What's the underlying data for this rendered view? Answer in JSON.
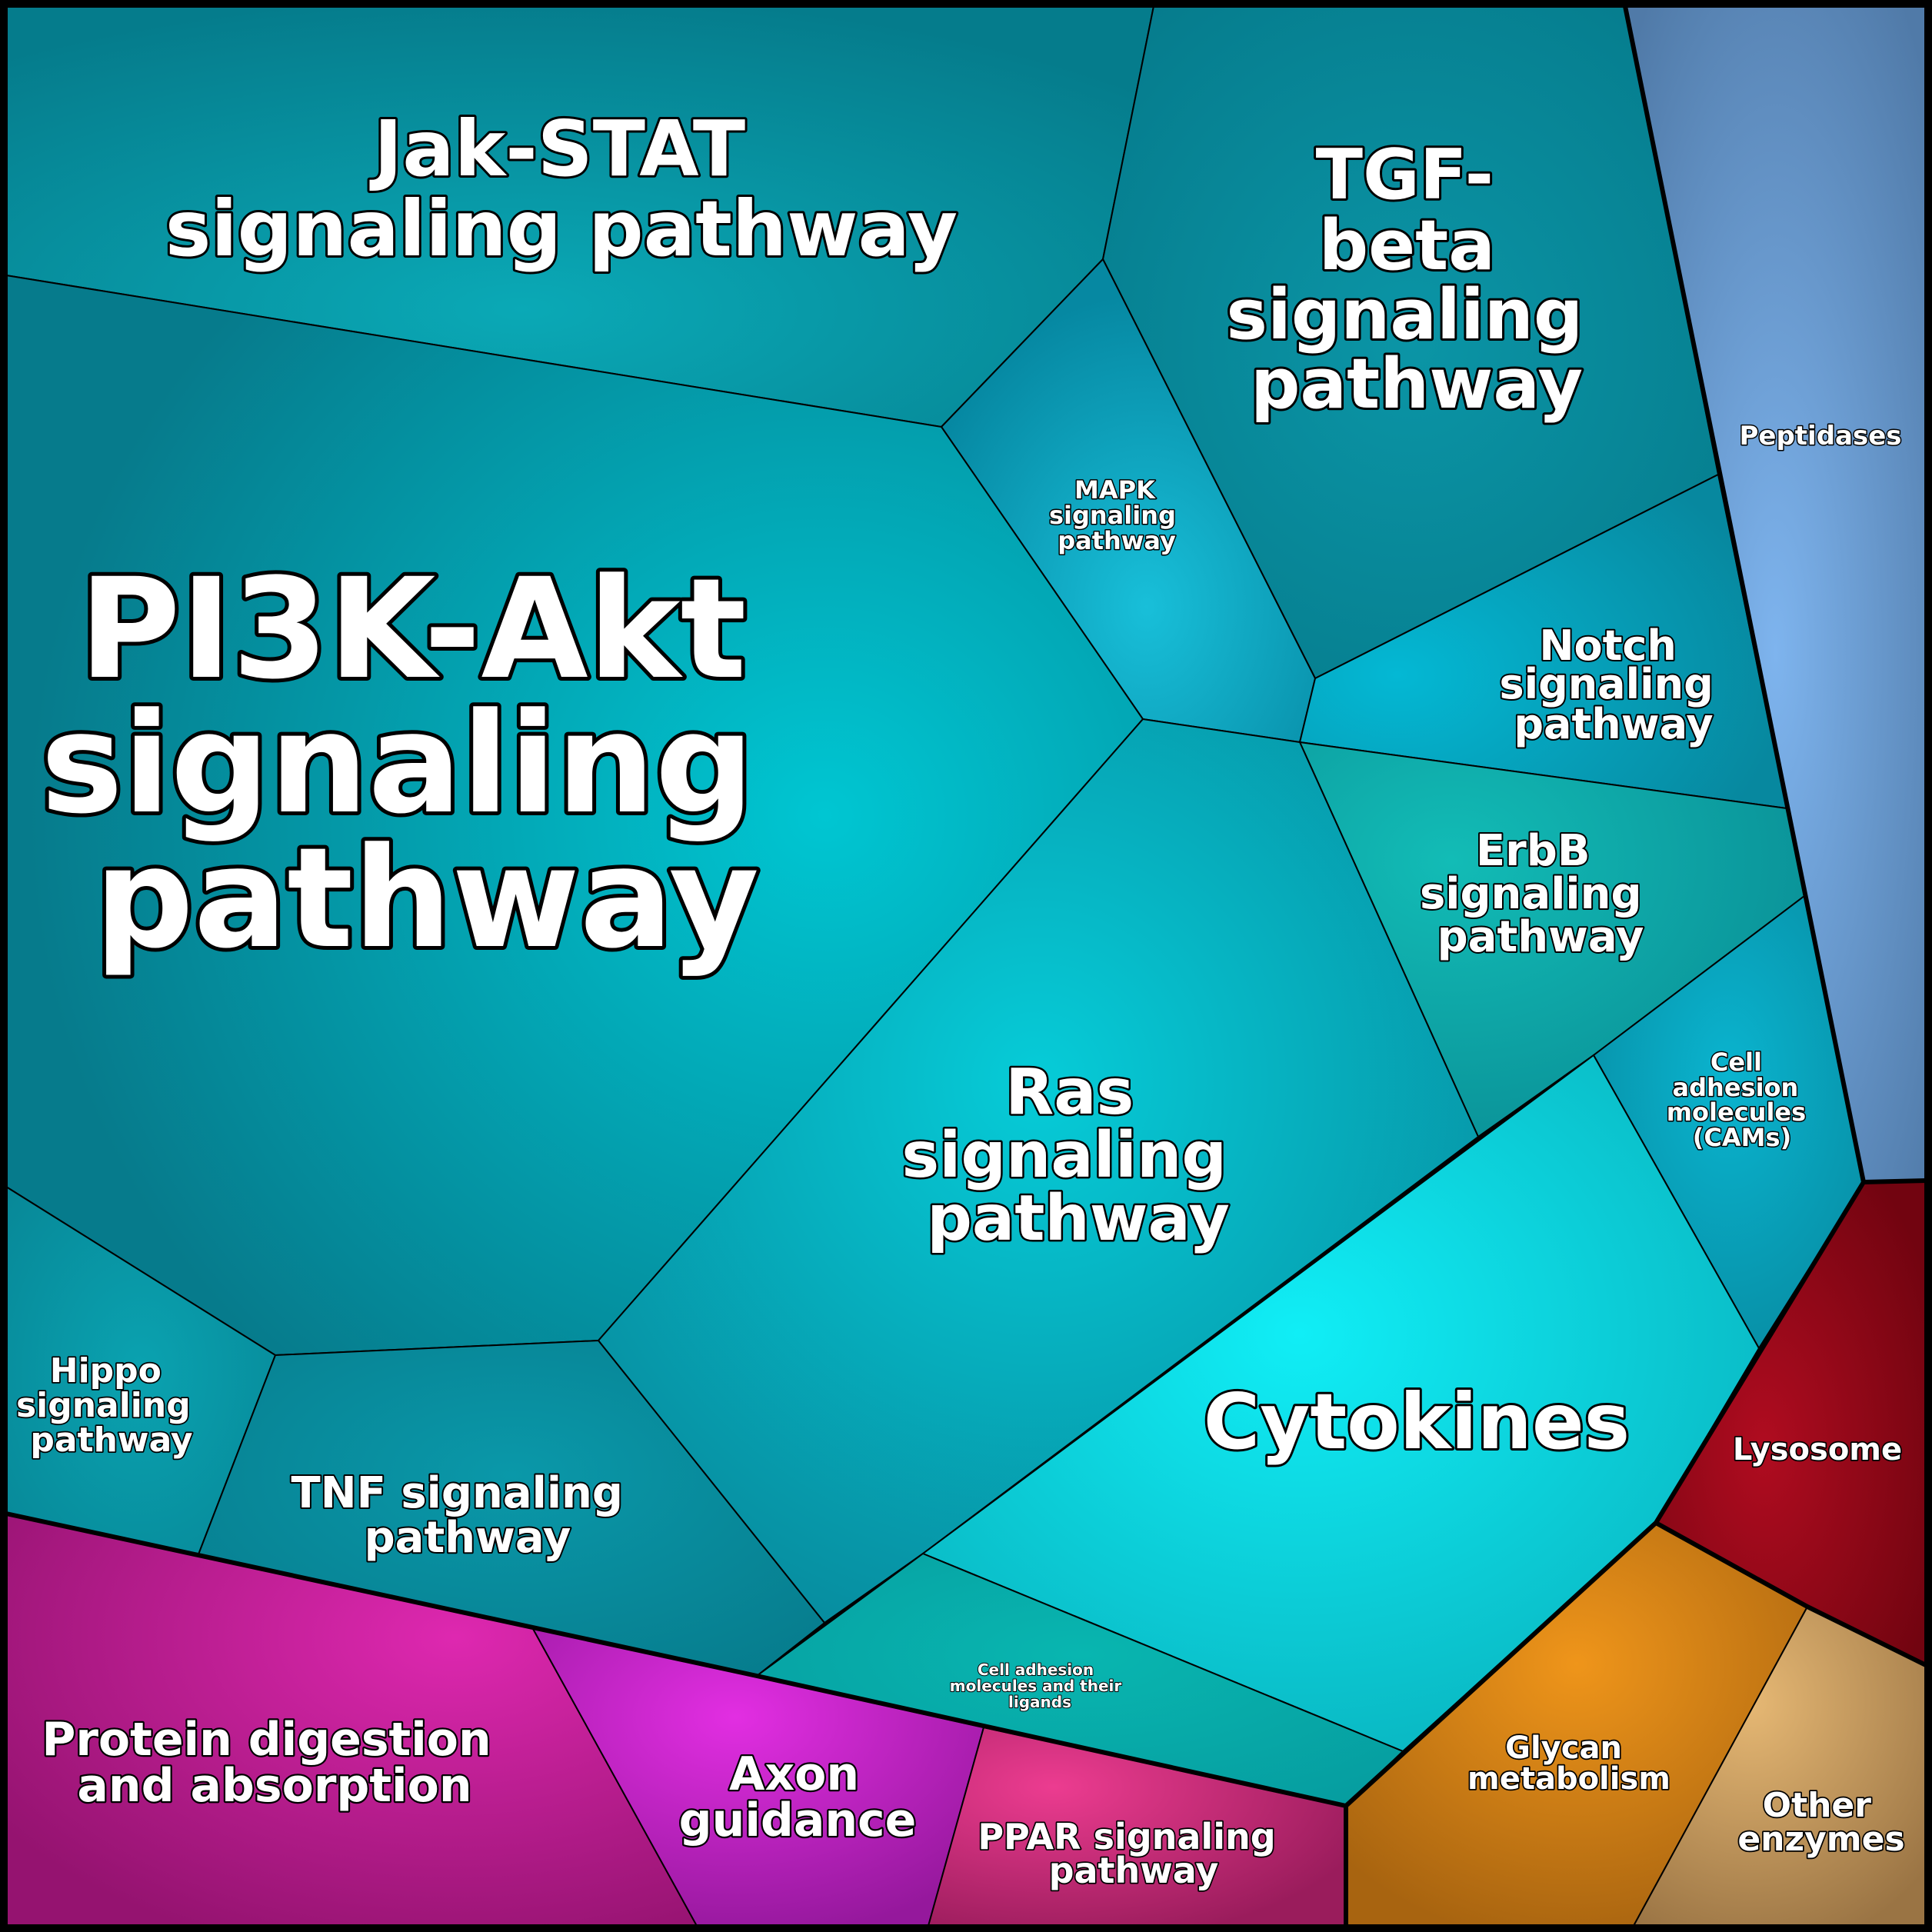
{
  "diagram": {
    "type": "voronoi-treemap",
    "cells": [
      {
        "id": "jak-stat",
        "group": "signaling",
        "lines": [
          "Jak-STAT",
          "signaling pathway"
        ],
        "color": "#0e9aa6"
      },
      {
        "id": "tgf-beta",
        "group": "signaling",
        "lines": [
          "TGF-",
          "beta",
          "signaling",
          "pathway"
        ],
        "color": "#0a93a3"
      },
      {
        "id": "mapk",
        "group": "signaling",
        "lines": [
          "MAPK",
          "signaling",
          "pathway"
        ],
        "color": "#14b5cf"
      },
      {
        "id": "pi3k-akt",
        "group": "signaling",
        "lines": [
          "PI3K-Akt",
          "signaling",
          "pathway"
        ],
        "color": "#00c4d0"
      },
      {
        "id": "notch",
        "group": "signaling",
        "lines": [
          "Notch",
          "signaling",
          "pathway"
        ],
        "color": "#07aec8"
      },
      {
        "id": "erbb",
        "group": "signaling",
        "lines": [
          "ErbB",
          "signaling",
          "pathway"
        ],
        "color": "#10b2ad"
      },
      {
        "id": "ras",
        "group": "signaling",
        "lines": [
          "Ras",
          "signaling",
          "pathway"
        ],
        "color": "#06c2cf"
      },
      {
        "id": "cams",
        "group": "signaling",
        "lines": [
          "Cell",
          "adhesion",
          "molecules",
          "(CAMs)"
        ],
        "color": "#0aa8c2"
      },
      {
        "id": "cytokines",
        "group": "signaling",
        "lines": [
          "Cytokines"
        ],
        "color": "#12e6ef"
      },
      {
        "id": "hippo",
        "group": "signaling",
        "lines": [
          "Hippo",
          "signaling",
          "pathway"
        ],
        "color": "#0b9dab"
      },
      {
        "id": "tnf",
        "group": "signaling",
        "lines": [
          "TNF signaling",
          "pathway"
        ],
        "color": "#0a8fa0"
      },
      {
        "id": "cell-adhesion-ligands",
        "group": "signaling",
        "lines": [
          "Cell adhesion",
          "molecules and their",
          "ligands"
        ],
        "color": "#08b0ac"
      },
      {
        "id": "peptidases",
        "group": "enzymes-blue",
        "lines": [
          "Peptidases"
        ],
        "color": "#7eb4ee"
      },
      {
        "id": "lysosome",
        "group": "red",
        "lines": [
          "Lysosome"
        ],
        "color": "#a80c1e"
      },
      {
        "id": "glycan",
        "group": "orange",
        "lines": [
          "Glycan",
          "metabolism"
        ],
        "color": "#e8921a"
      },
      {
        "id": "other-enzymes",
        "group": "tan",
        "lines": [
          "Other",
          "enzymes"
        ],
        "color": "#e2b26d"
      },
      {
        "id": "protein-digestion",
        "group": "magenta",
        "lines": [
          "Protein digestion",
          "and absorption"
        ],
        "color": "#d424a8"
      },
      {
        "id": "axon-guidance",
        "group": "magenta",
        "lines": [
          "Axon",
          "guidance"
        ],
        "color": "#d82ad6"
      },
      {
        "id": "ppar",
        "group": "magenta",
        "lines": [
          "PPAR signaling",
          "pathway"
        ],
        "color": "#e23a8e"
      }
    ]
  }
}
